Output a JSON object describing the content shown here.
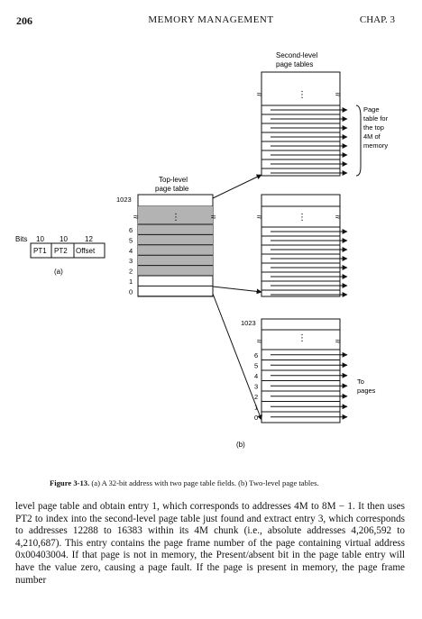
{
  "header": {
    "page_number": "206",
    "chapter_title": "MEMORY MANAGEMENT",
    "chapter_number": "CHAP. 3"
  },
  "figure": {
    "panel_a": {
      "bits_label": "Bits",
      "bit_widths": [
        "10",
        "10",
        "12"
      ],
      "fields": [
        "PT1",
        "PT2",
        "Offset"
      ],
      "panel_label": "(a)"
    },
    "panel_b": {
      "top_level_title_line1": "Top-level",
      "top_level_title_line2": "page table",
      "top_index": "1023",
      "entry_indices": [
        "6",
        "5",
        "4",
        "3",
        "2",
        "1",
        "0"
      ],
      "second_level_title_line1": "Second-level",
      "second_level_title_line2": "page tables",
      "bottom_table_index": "1023",
      "bottom_table_indices": [
        "6",
        "5",
        "4",
        "3",
        "2",
        "1",
        "0"
      ],
      "ellipsis": "⋮",
      "break_mark": "≈",
      "page_table_note": [
        "Page",
        "table for",
        "the top",
        "4M of",
        "memory"
      ],
      "to_pages_note": [
        "To",
        "pages"
      ],
      "panel_label": "(b)"
    },
    "caption_label": "Figure 3-13.",
    "caption_text": "(a) A 32-bit address with two page table fields. (b) Two-level page tables."
  },
  "body": {
    "paragraph": "level page table and obtain entry 1, which corresponds to addresses 4M to 8M − 1. It then uses PT2 to index into the second-level page table just found and extract entry 3, which corresponds to addresses 12288 to 16383 within its 4M chunk (i.e., absolute addresses 4,206,592 to 4,210,687). This entry contains the page frame number of the page containing virtual address 0x00403004. If that page is not in memory, the Present/absent bit in the page table entry will have the value zero, causing a page fault. If the page is present in memory, the page frame number"
  },
  "colors": {
    "ink": "#111111",
    "shaded_entry": "#b3b3b3"
  }
}
